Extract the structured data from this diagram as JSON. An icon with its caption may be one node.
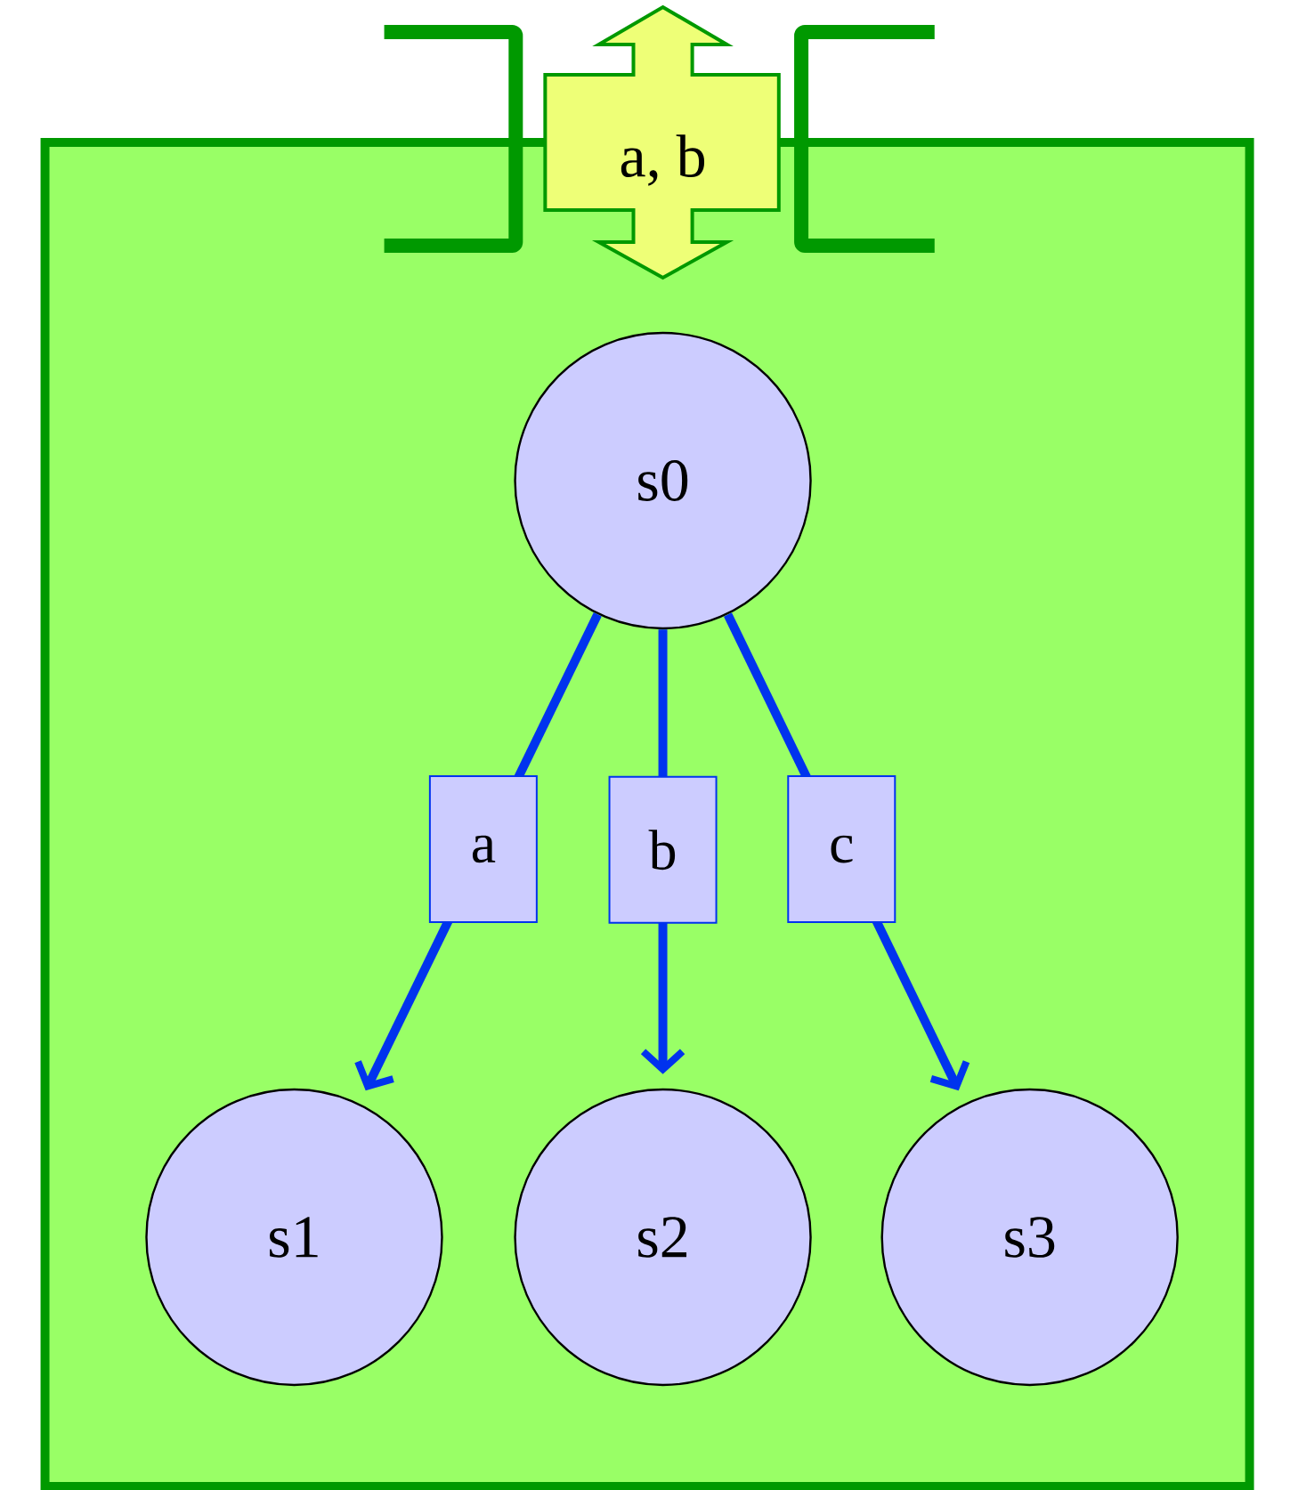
{
  "diagram": {
    "nodes": [
      {
        "text": [],
        "shape": "box"
      },
      {
        "text": [
          "a, b"
        ]
      },
      {
        "text": [
          "s0"
        ],
        "in": 0
      },
      {
        "text": [
          "s1"
        ],
        "in": 0
      },
      {
        "text": [
          "s2"
        ],
        "in": 0
      },
      {
        "text": [
          "s3"
        ],
        "in": 0
      }
    ],
    "edges": [
      {
        "from": 2,
        "to": 3,
        "arrow": "to",
        "label": "a"
      },
      {
        "from": 2,
        "to": 4,
        "arrow": "to",
        "label": "b"
      },
      {
        "from": 2,
        "to": 5,
        "arrow": "to",
        "label": "c"
      }
    ]
  }
}
